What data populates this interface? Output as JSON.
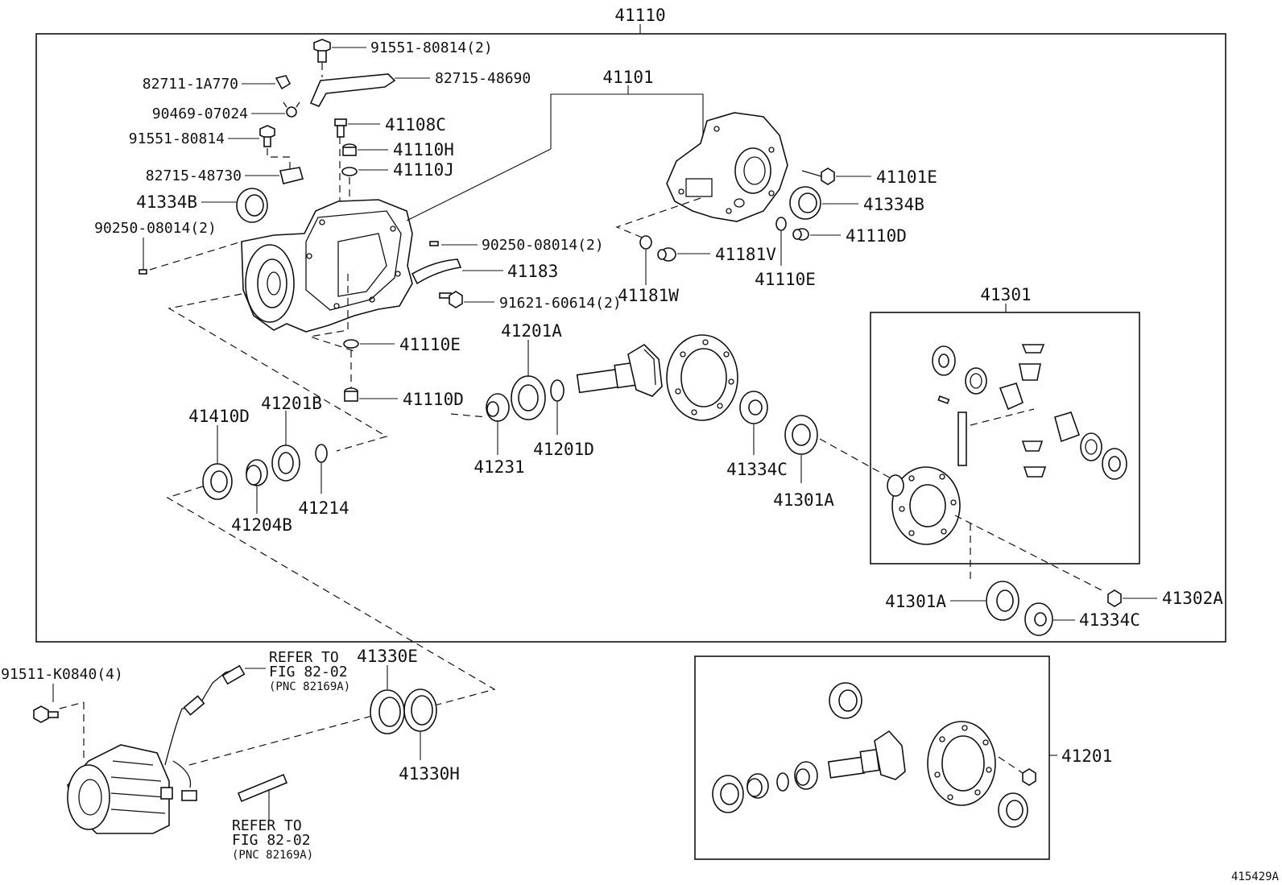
{
  "assembly": {
    "part_number": "41110"
  },
  "callouts": {
    "p91551_80814_2": "91551-80814(2)",
    "p82711_1A770": "82711-1A770",
    "p82715_48690": "82715-48690",
    "p90469_07024": "90469-07024",
    "p91551_80814": "91551-80814",
    "p41108C": "41108C",
    "p41110H": "41110H",
    "p41110J": "41110J",
    "p82715_48730": "82715-48730",
    "p41334B_left": "41334B",
    "p90250_08014_2_left": "90250-08014(2)",
    "p90250_08014_2_right": "90250-08014(2)",
    "p41183": "41183",
    "p91621_60614_2": "91621-60614(2)",
    "p41110E_left": "41110E",
    "p41110D_left": "41110D",
    "p41101": "41101",
    "p41101E": "41101E",
    "p41334B_right": "41334B",
    "p41110D_right": "41110D",
    "p41181V": "41181V",
    "p41181W": "41181W",
    "p41110E_right": "41110E",
    "p41410D": "41410D",
    "p41201B": "41201B",
    "p41204B": "41204B",
    "p41214": "41214",
    "p41201A": "41201A",
    "p41231": "41231",
    "p41201D": "41201D",
    "p41334C_mid": "41334C",
    "p41301A_mid": "41301A",
    "p41301": "41301",
    "p41301A_low": "41301A",
    "p41302A": "41302A",
    "p41334C_low": "41334C",
    "p91511_K0840_4": "91511-K0840(4)",
    "p41330E": "41330E",
    "p41330H": "41330H",
    "p41201": "41201"
  },
  "references": {
    "upper": {
      "line1": "REFER TO",
      "line2": "FIG 82-02",
      "line3": "(PNC 82169A)"
    },
    "lower": {
      "line1": "REFER TO",
      "line2": "FIG 82-02",
      "line3": "(PNC 82169A)"
    }
  },
  "figure_id": "415429A"
}
